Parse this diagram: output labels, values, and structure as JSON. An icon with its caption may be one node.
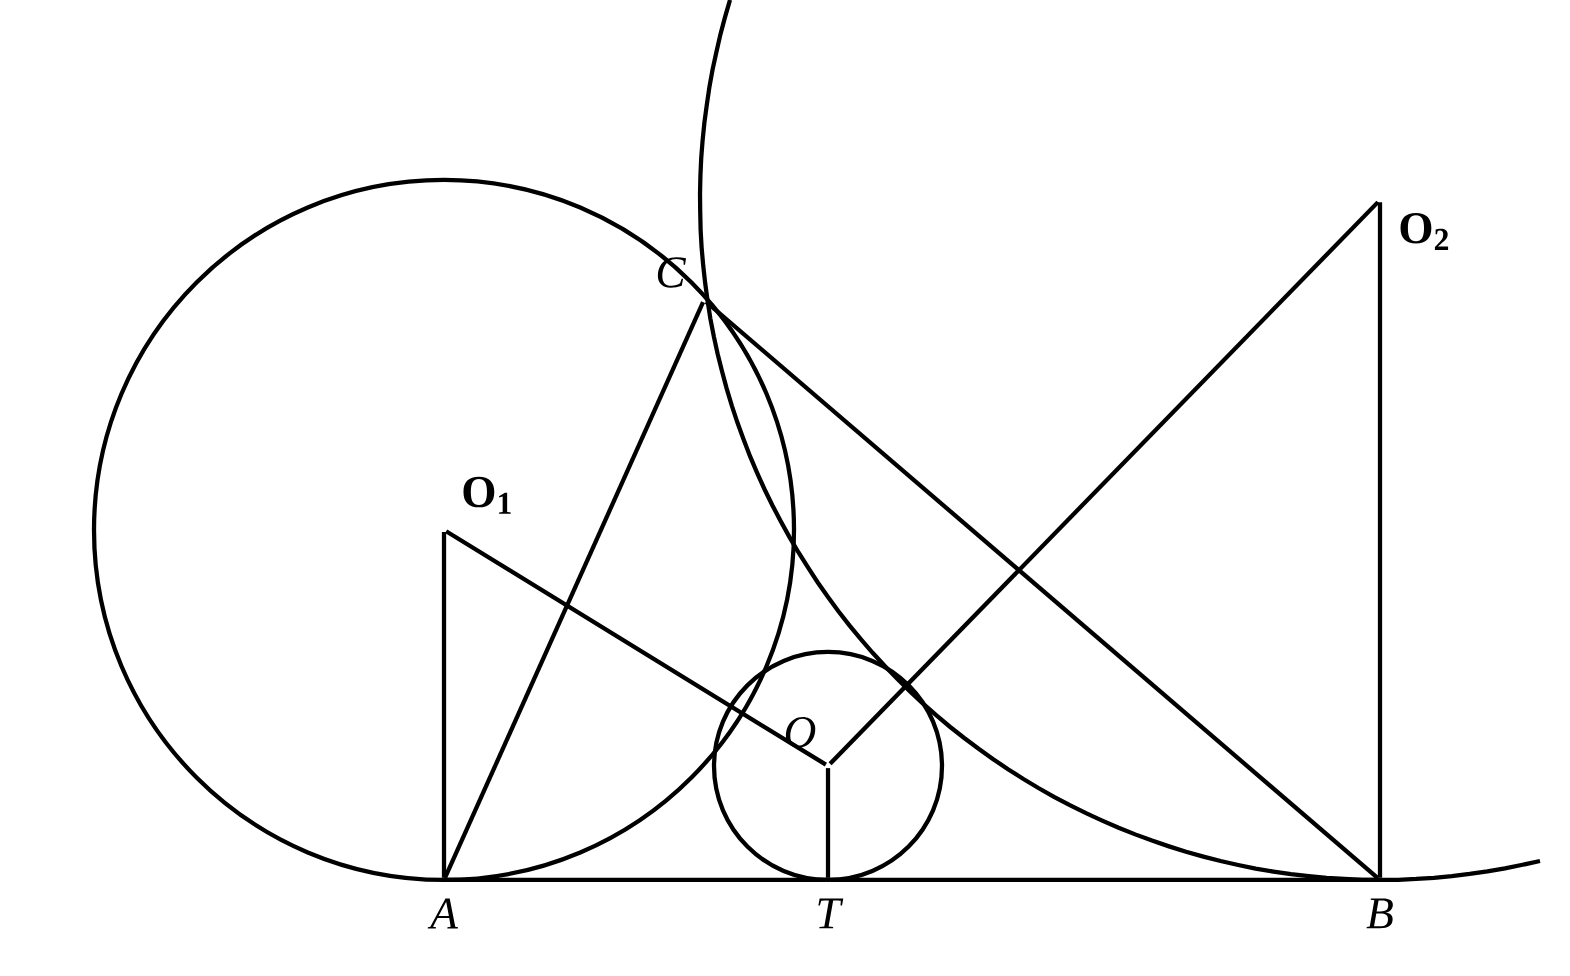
{
  "diagram": {
    "nodes": [
      {
        "text": [
          "O$_{2}$"
        ]
      },
      {
        "text": [
          "C"
        ]
      },
      {
        "text": [
          "O$_{1}$"
        ]
      },
      {
        "text": [
          "O"
        ]
      },
      {
        "text": [
          "A"
        ]
      },
      {
        "text": [
          "T"
        ]
      },
      {
        "text": [
          "B"
        ]
      }
    ],
    "edges": [
      {
        "from": 4,
        "to": 1,
        "arrow": "none"
      },
      {
        "from": 1,
        "to": 6,
        "arrow": "none"
      },
      {
        "from": 4,
        "to": 2,
        "arrow": "none"
      },
      {
        "from": 2,
        "to": 3,
        "arrow": "none"
      },
      {
        "from": 3,
        "to": 5,
        "arrow": "none"
      },
      {
        "from": 3,
        "to": 0,
        "arrow": "none"
      },
      {
        "from": 0,
        "to": 6,
        "arrow": "none"
      },
      {
        "from": 4,
        "to": 5,
        "arrow": "none"
      },
      {
        "from": 5,
        "to": 6,
        "arrow": "none"
      }
    ]
  }
}
